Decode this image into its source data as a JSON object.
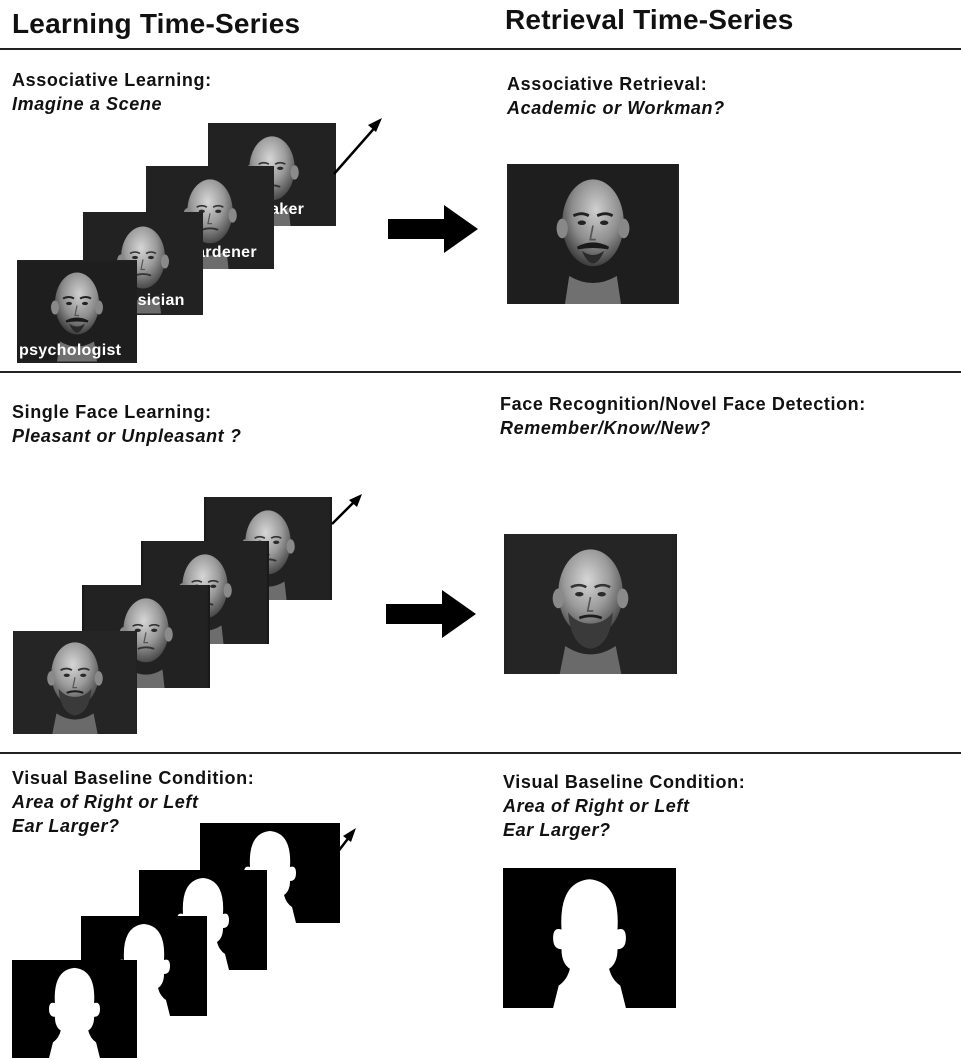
{
  "headers": {
    "learning": "Learning Time-Series",
    "retrieval": "Retrieval Time-Series"
  },
  "rows": [
    {
      "learning": {
        "title": "Associative Learning:",
        "task": "Imagine a Scene"
      },
      "retrieval": {
        "title": "Associative Retrieval:",
        "task": "Academic or Workman?"
      },
      "occupation_labels": [
        "psychologist",
        "musician",
        "gardener",
        "baker"
      ]
    },
    {
      "learning": {
        "title": "Single Face Learning:",
        "task": "Pleasant or Unpleasant ?"
      },
      "retrieval": {
        "title": "Face Recognition/Novel Face Detection:",
        "task": "Remember/Know/New?"
      }
    },
    {
      "learning": {
        "title": "Visual Baseline Condition:",
        "task_line1": "Area of Right or Left",
        "task_line2": "Ear Larger?"
      },
      "retrieval": {
        "title": "Visual Baseline Condition:",
        "task_line1": "Area of Right or Left",
        "task_line2": "Ear Larger?"
      }
    }
  ],
  "icons": {
    "stimulus_face": "face-photo-icon",
    "silhouette": "head-silhouette-icon",
    "sequence_arrow": "sequence-arrow-icon",
    "transition_arrow": "transition-arrow-icon"
  },
  "colors": {
    "rule": "#222222",
    "photo_bg": "#222222",
    "silhouette_bg": "#000000",
    "silhouette_fill": "#ffffff"
  }
}
